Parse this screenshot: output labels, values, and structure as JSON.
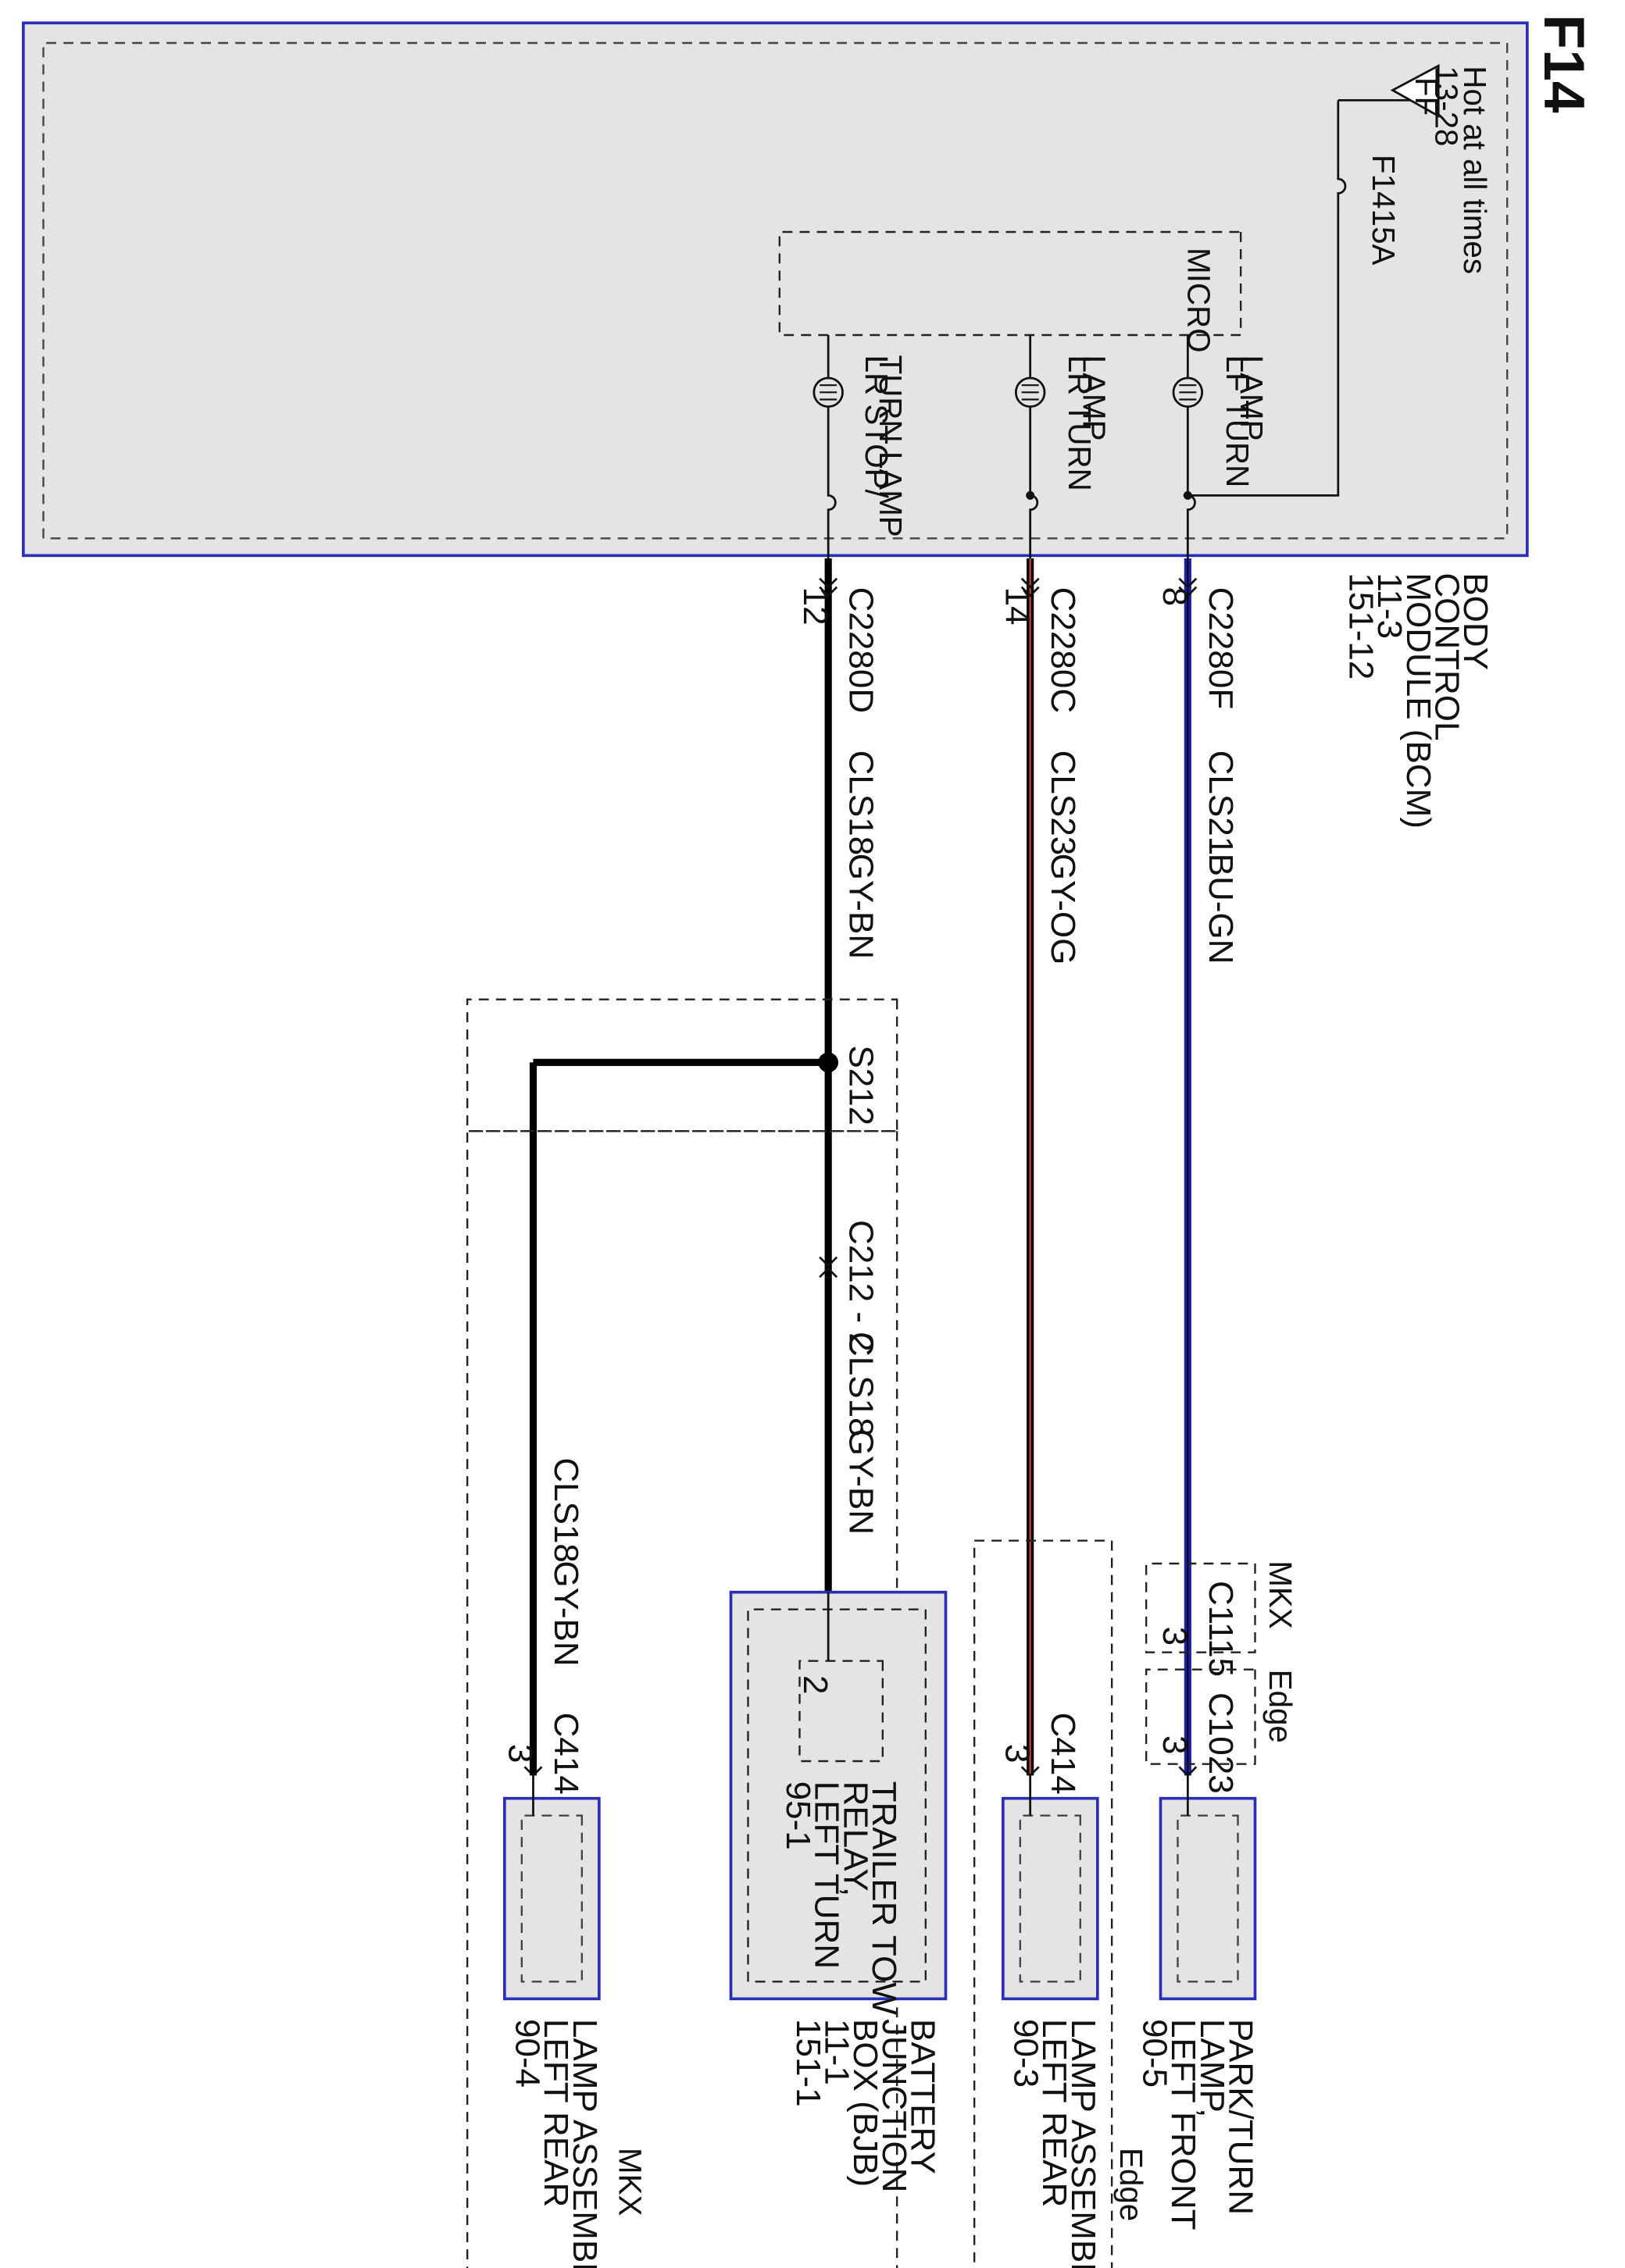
{
  "page_label": "F14",
  "power": {
    "hot_label": "Hot at all times",
    "hot_ref": "13-28",
    "source_tag": "FF",
    "fuse_id": "F14",
    "fuse_rating": "15A"
  },
  "bcm": {
    "name_lines": [
      "BODY",
      "CONTROL",
      "MODULE (BCM)",
      "11-3",
      "151-12"
    ],
    "micro_label": "MICRO",
    "outputs": [
      {
        "lines": [
          "LF TURN",
          "LAMP",
          "(FET)"
        ]
      },
      {
        "lines": [
          "LR TURN",
          "LAMP",
          "(FET)"
        ]
      },
      {
        "lines": [
          "LR STOP/",
          "TURN LAMP",
          "(FET)"
        ]
      }
    ]
  },
  "connectors": {
    "c2280f": {
      "name": "C2280F",
      "pin": "8"
    },
    "c2280c": {
      "name": "C2280C",
      "pin": "14"
    },
    "c2280d": {
      "name": "C2280D",
      "pin": "12"
    },
    "c212": {
      "name": "C212 - 2"
    },
    "c1115": {
      "name": "C1115",
      "pin": "3",
      "variant": "MKX"
    },
    "c1023": {
      "name": "C1023",
      "pin": "3",
      "variant": "Edge"
    },
    "c414_edge": {
      "name": "C414",
      "pin": "3"
    },
    "c414_mkx": {
      "name": "C414",
      "pin": "3"
    }
  },
  "wires": {
    "bu_gn": {
      "circuit": "CLS21",
      "color_code": "BU-GN"
    },
    "gy_og": {
      "circuit": "CLS23",
      "color_code": "GY-OG"
    },
    "gy_bn_1": {
      "circuit": "CLS18",
      "color_code": "GY-BN"
    },
    "gy_bn_2": {
      "circuit": "CLS18",
      "color_code": "GY-BN"
    },
    "gy_bn_3": {
      "circuit": "CLS18",
      "color_code": "GY-BN"
    }
  },
  "splice": {
    "name": "S212"
  },
  "components": {
    "park_turn": {
      "lines": [
        "PARK/TURN",
        "LAMP,",
        "LEFT FRONT",
        "90-5"
      ]
    },
    "lamp_edge": {
      "lines": [
        "LAMP ASSEMBLY,",
        "LEFT REAR",
        "90-3"
      ],
      "variant": "Edge"
    },
    "bjb": {
      "lines": [
        "BATTERY",
        "JUNCTION",
        "BOX (BJB)",
        "11-1",
        "151-1"
      ]
    },
    "relay": {
      "pin": "2",
      "lines": [
        "TRAILER TOW",
        "RELAY,",
        "LEFT TURN",
        "95-1"
      ]
    },
    "lamp_mkx": {
      "lines": [
        "LAMP ASSEMBLY,",
        "LEFT REAR",
        "90-4"
      ],
      "variant": "MKX"
    }
  },
  "colors": {
    "module_border": "#2a2fb8",
    "module_fill": "#e4e4e4",
    "wire_blue": "#1f1fa6",
    "wire_gy_og_stripe": "#b0442a",
    "wire_black": "#000000"
  }
}
